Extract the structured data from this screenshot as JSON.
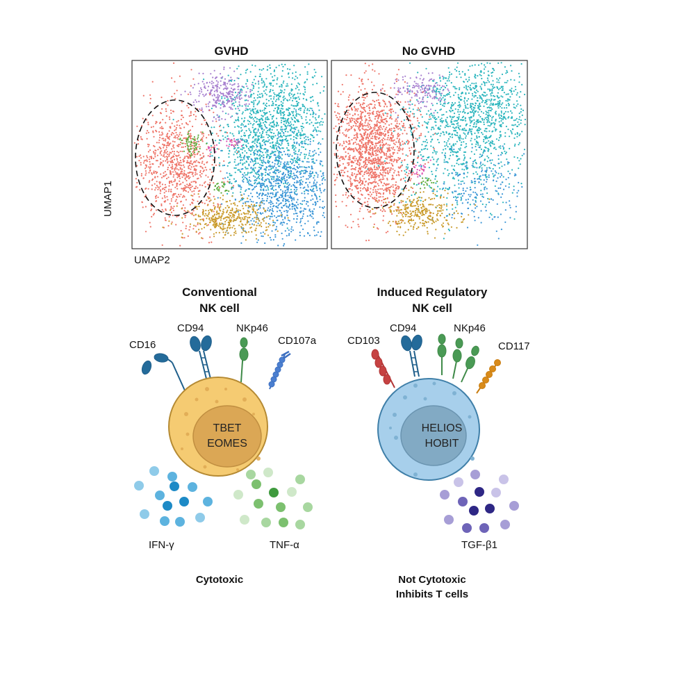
{
  "umap": {
    "panels": [
      {
        "title": "GVHD"
      },
      {
        "title": "No GVHD"
      }
    ],
    "xlabel": "UMAP2",
    "ylabel": "UMAP1",
    "cluster_colors": {
      "nk_regulatory": "#ee7468",
      "purple": "#a77fcf",
      "teal": "#2bb5bd",
      "blue": "#3a95d6",
      "gold": "#c99a2a",
      "green": "#5cab3a",
      "magenta": "#dd55b5"
    }
  },
  "conventional": {
    "title_line1": "Conventional",
    "title_line2": "NK cell",
    "receptors": [
      "CD16",
      "CD94",
      "NKp46",
      "CD107a"
    ],
    "nucleus_line1": "TBET",
    "nucleus_line2": "EOMES",
    "cytokines": [
      "IFN-γ",
      "TNF-α"
    ],
    "function": "Cytotoxic",
    "cell_color": "#f5cb72",
    "nucleus_color": "#dba755"
  },
  "regulatory": {
    "title_line1": "Induced Regulatory",
    "title_line2": "NK cell",
    "receptors": [
      "CD103",
      "CD94",
      "NKp46",
      "CD117"
    ],
    "nucleus_line1": "HELIOS",
    "nucleus_line2": "HOBIT",
    "cytokines": [
      "TGF-β1"
    ],
    "function_line1": "Not Cytotoxic",
    "function_line2": "Inhibits T cells",
    "cell_color": "#a7cfeb",
    "nucleus_color": "#82aac4"
  }
}
